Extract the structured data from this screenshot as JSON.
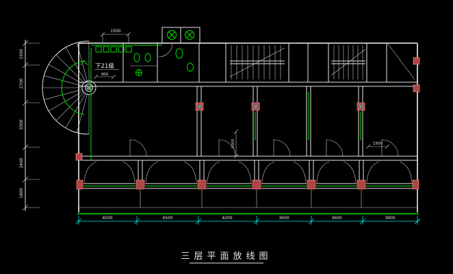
{
  "drawing": {
    "title": "三层平面放线图",
    "stair_label": "下21级"
  },
  "colors": {
    "background": "#000000",
    "wall_line": "#e9e9e9",
    "accent_green": "#00e400",
    "column_red": "#b04545",
    "dimension_cyan": "#00e8e8",
    "text": "#e9e9e9"
  },
  "dims": {
    "bottom": [
      "4500",
      "4500",
      "4200",
      "3600",
      "3600",
      "3900"
    ],
    "left": [
      "1500",
      "2700",
      "3300",
      "2400",
      "1800"
    ],
    "top_small": "1500",
    "stair_width": "900",
    "mid_a": "1500",
    "mid_b": "1500"
  }
}
